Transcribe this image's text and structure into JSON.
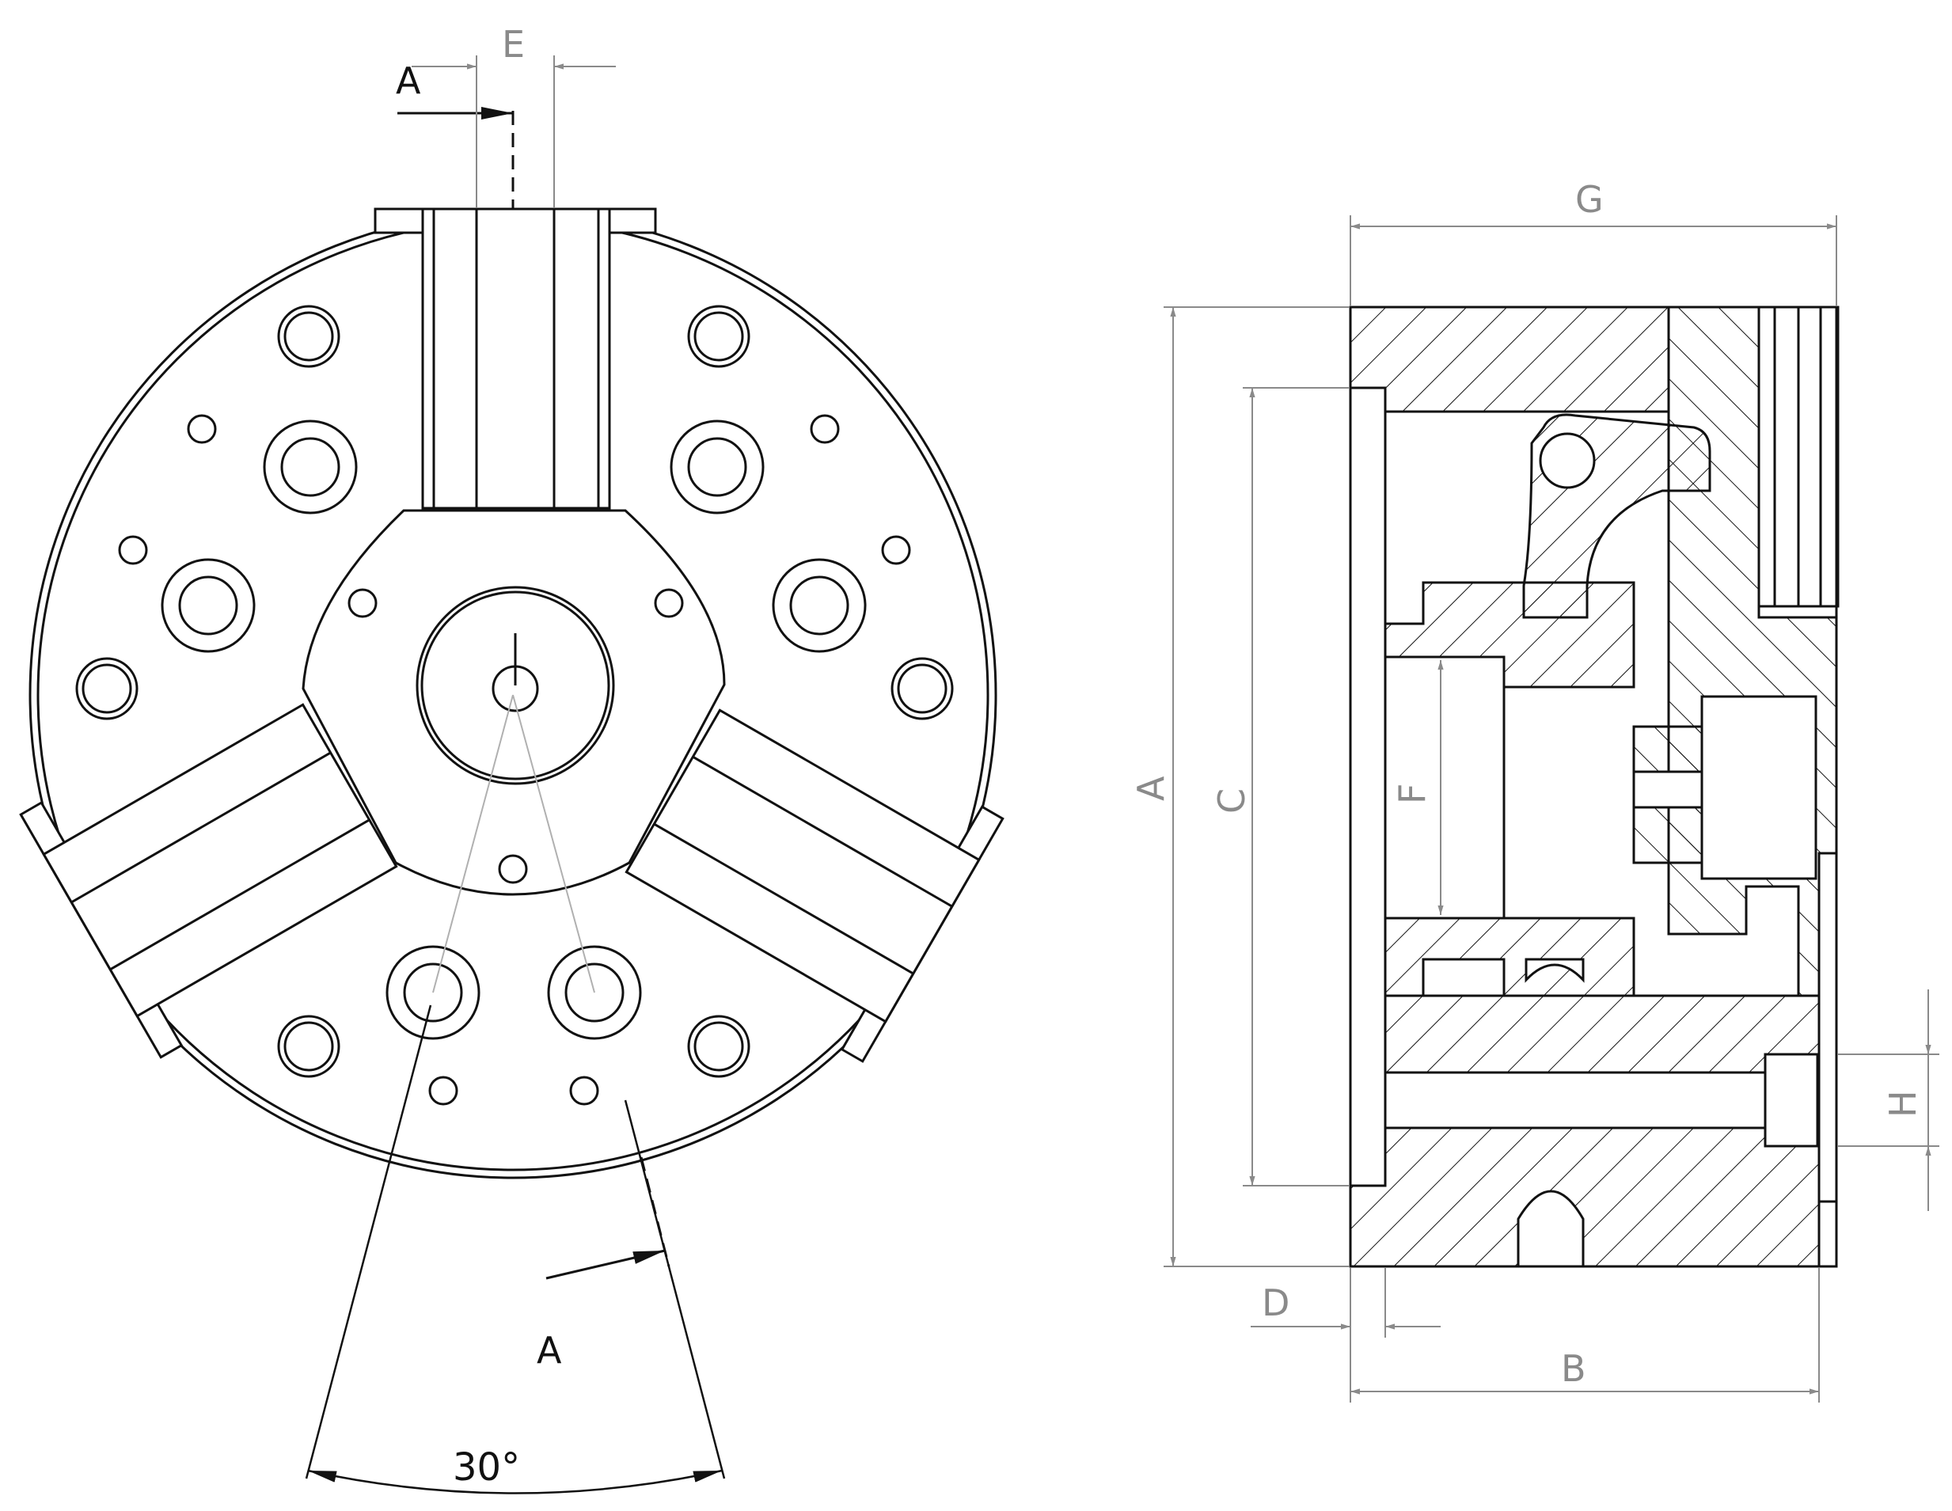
{
  "section_labels": {
    "top": "A",
    "bottom": "A"
  },
  "angle_label": "30°",
  "dimensions": {
    "A": "A",
    "B": "B",
    "C": "C",
    "D": "D",
    "E": "E",
    "F": "F",
    "G": "G",
    "H": "H"
  },
  "colors": {
    "line": "#111111",
    "dimension": "#8a8a8a",
    "background": "#ffffff"
  }
}
